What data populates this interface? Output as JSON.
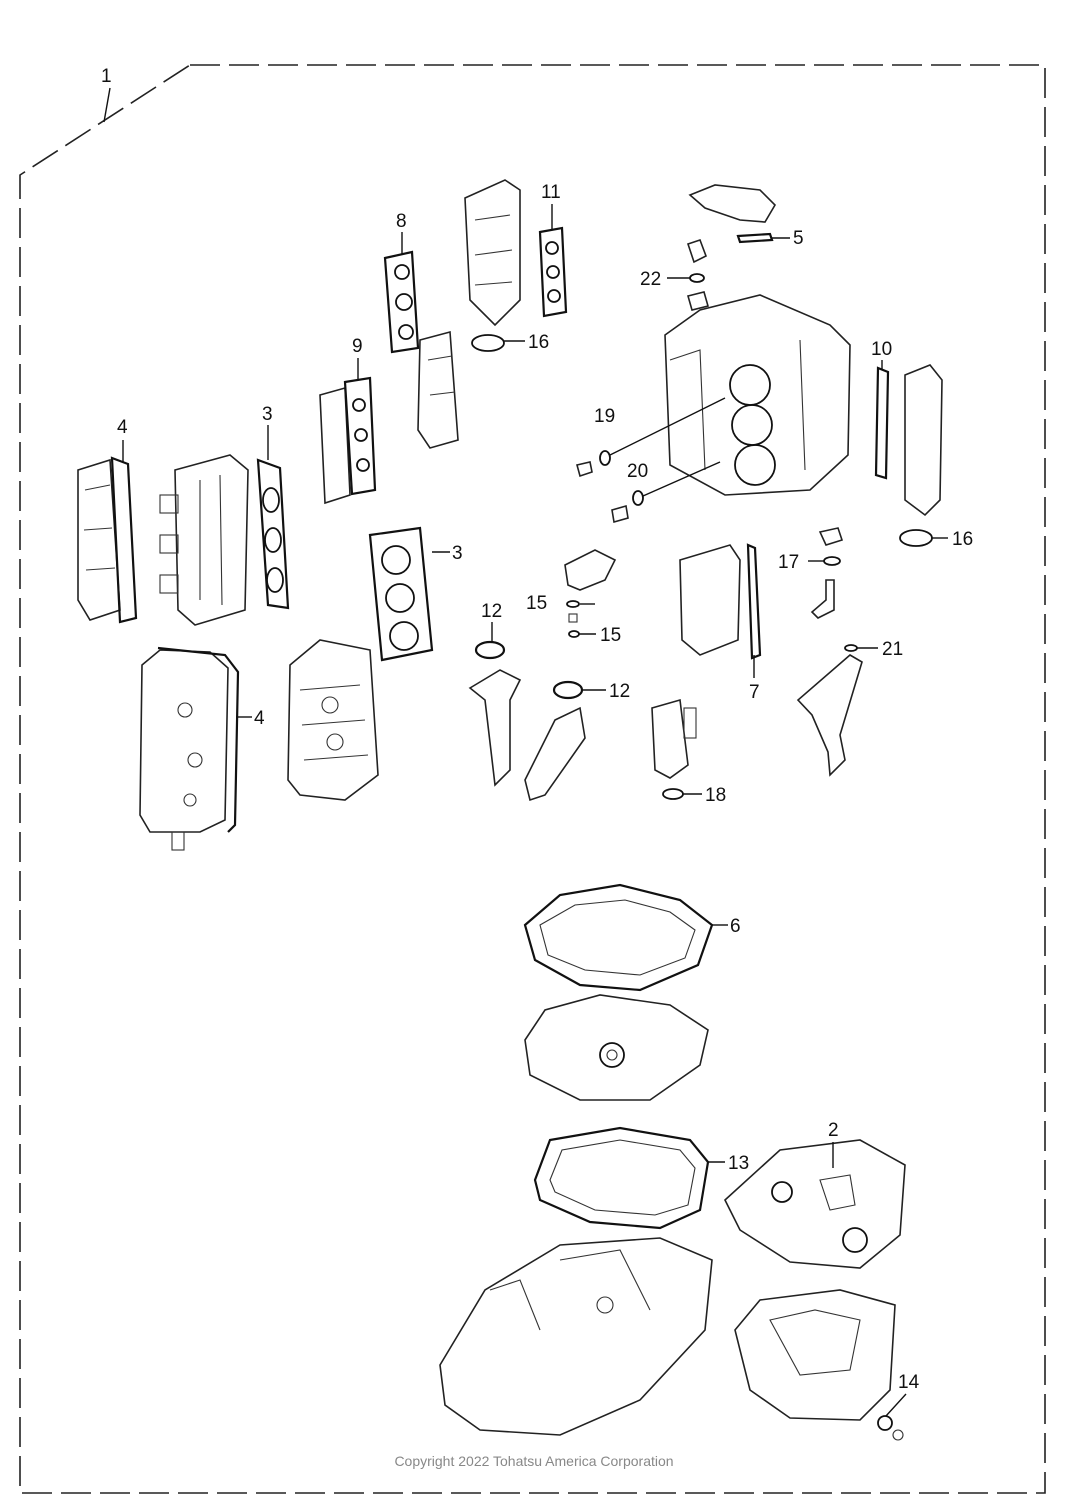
{
  "callouts": [
    {
      "id": "1",
      "label": "1"
    },
    {
      "id": "2",
      "label": "2"
    },
    {
      "id": "3a",
      "label": "3"
    },
    {
      "id": "3b",
      "label": "3"
    },
    {
      "id": "4a",
      "label": "4"
    },
    {
      "id": "4b",
      "label": "4"
    },
    {
      "id": "5",
      "label": "5"
    },
    {
      "id": "6",
      "label": "6"
    },
    {
      "id": "7",
      "label": "7"
    },
    {
      "id": "8",
      "label": "8"
    },
    {
      "id": "9",
      "label": "9"
    },
    {
      "id": "10",
      "label": "10"
    },
    {
      "id": "11",
      "label": "11"
    },
    {
      "id": "12a",
      "label": "12"
    },
    {
      "id": "12b",
      "label": "12"
    },
    {
      "id": "13",
      "label": "13"
    },
    {
      "id": "14",
      "label": "14"
    },
    {
      "id": "15a",
      "label": "15"
    },
    {
      "id": "15b",
      "label": "15"
    },
    {
      "id": "16a",
      "label": "16"
    },
    {
      "id": "16b",
      "label": "16"
    },
    {
      "id": "17",
      "label": "17"
    },
    {
      "id": "18",
      "label": "18"
    },
    {
      "id": "19",
      "label": "19"
    },
    {
      "id": "20",
      "label": "20"
    },
    {
      "id": "21",
      "label": "21"
    },
    {
      "id": "22",
      "label": "22"
    }
  ],
  "copyright": "Copyright 2022 Tohatsu America Corporation"
}
